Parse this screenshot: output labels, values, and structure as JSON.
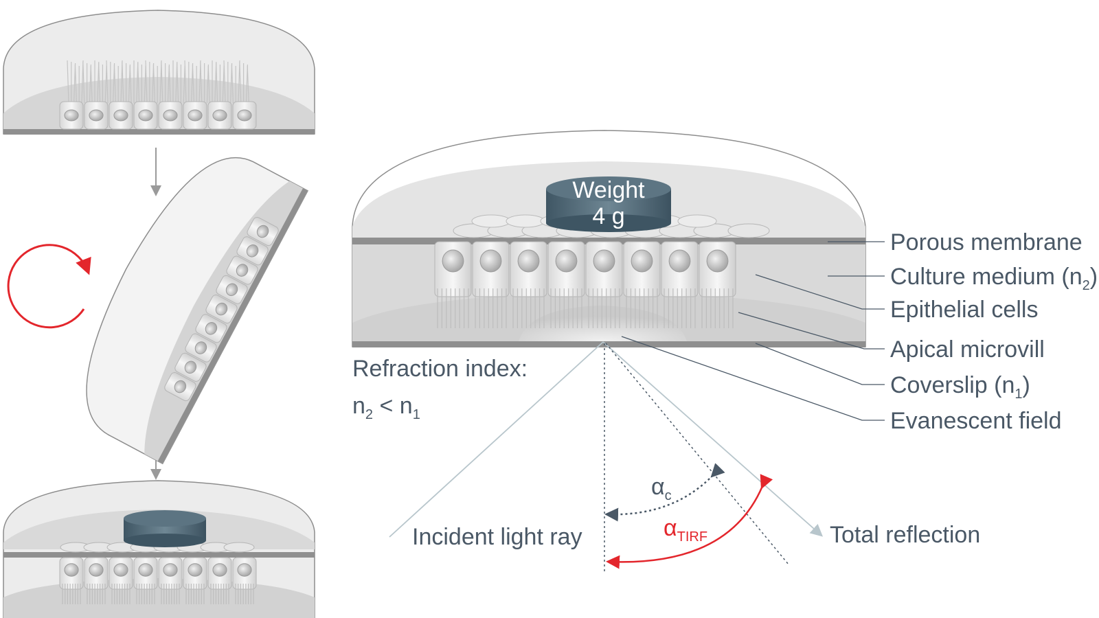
{
  "weight": {
    "line1": "Weight",
    "line2": "4 g"
  },
  "labels": {
    "porous_membrane": "Porous membrane",
    "culture_medium": "Culture medium (n",
    "culture_medium_sub": "2",
    "culture_medium_close": ")",
    "epithelial_cells": "Epithelial cells",
    "apical_microvill": "Apical microvill",
    "coverslip": "Coverslip (n",
    "coverslip_sub": "1",
    "coverslip_close": ")",
    "evanescent_field": "Evanescent field"
  },
  "refraction": {
    "title": "Refraction index:",
    "n2": "n",
    "n2_sub": "2",
    "lt": " < n",
    "n1_sub": "1"
  },
  "rays": {
    "incident": "Incident light ray",
    "total_reflection": "Total reflection"
  },
  "angles": {
    "alpha_c": "α",
    "alpha_c_sub": "c",
    "alpha_tirf": "α",
    "alpha_tirf_sub": "TIRF"
  },
  "colors": {
    "red_accent": "#e3262c",
    "label_text": "#4a5866",
    "weight_fill": "#4c6573"
  }
}
